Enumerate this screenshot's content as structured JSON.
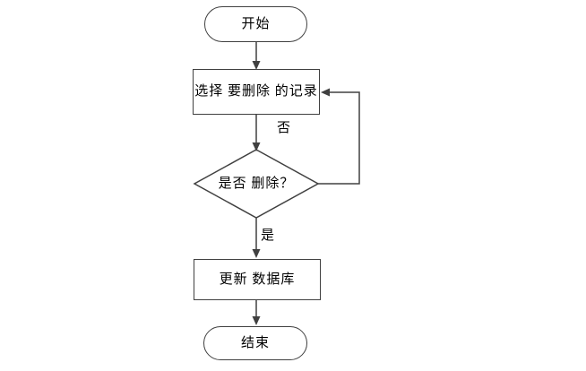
{
  "diagram": {
    "type": "flowchart",
    "background": "#ffffff",
    "colors": {
      "line": "#404040",
      "shape_fill": "#ffffff",
      "text": "#000000"
    },
    "nodes": [
      {
        "id": "start",
        "shape": "terminator",
        "label": "开始"
      },
      {
        "id": "select-record",
        "shape": "process",
        "label": "选择 要删除 的记录"
      },
      {
        "id": "confirm-delete",
        "shape": "decision",
        "label": "是否 删除？"
      },
      {
        "id": "update-db",
        "shape": "process",
        "label": "更新 数据库"
      },
      {
        "id": "end",
        "shape": "terminator",
        "label": "结束"
      }
    ],
    "edges": [
      {
        "from": "start",
        "to": "select-record",
        "label": ""
      },
      {
        "from": "select-record",
        "to": "confirm-delete",
        "label": ""
      },
      {
        "from": "confirm-delete",
        "to": "select-record",
        "label": "否",
        "route": "right-loop"
      },
      {
        "from": "confirm-delete",
        "to": "update-db",
        "label": "是"
      },
      {
        "from": "update-db",
        "to": "end",
        "label": ""
      }
    ],
    "edge_labels": {
      "no": "否",
      "yes": "是"
    }
  }
}
